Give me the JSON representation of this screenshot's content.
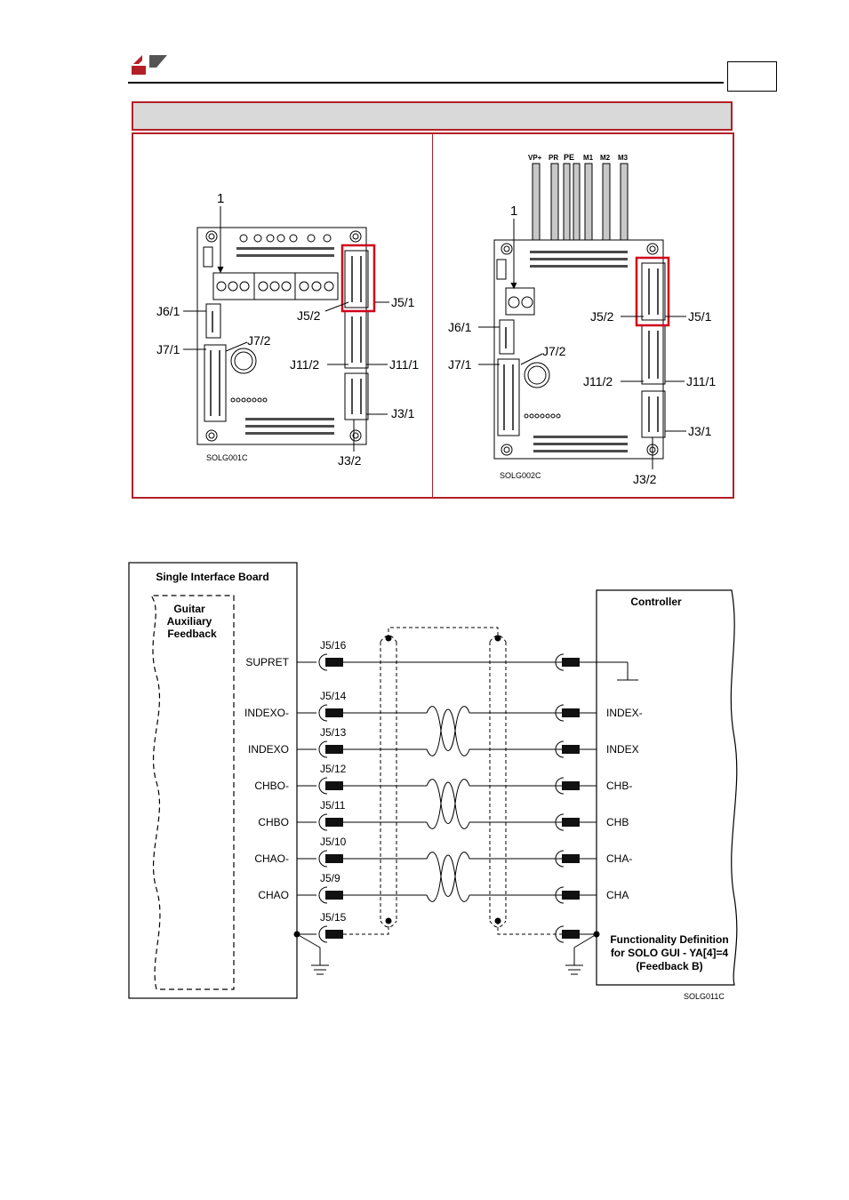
{
  "header": {
    "logo_name": "elmo-logo",
    "accent_color": "#b31f27",
    "section_title": "",
    "page_number": ""
  },
  "boards": {
    "left": {
      "code": "SOLG001C",
      "callout_1": "1",
      "labels": {
        "j6_1": "J6/1",
        "j7_1": "J7/1",
        "j7_2": "J7/2",
        "j5_1": "J5/1",
        "j5_2": "J5/2",
        "j11_1": "J11/1",
        "j11_2": "J11/2",
        "j3_1": "J3/1",
        "j3_2": "J3/2"
      }
    },
    "right": {
      "code": "SOLG002C",
      "callout_1": "1",
      "power_pins": [
        "VP+",
        "PR",
        "PE",
        "M1",
        "M2",
        "M3"
      ],
      "labels": {
        "j6_1": "J6/1",
        "j7_1": "J7/1",
        "j7_2": "J7/2",
        "j5_1": "J5/1",
        "j5_2": "J5/2",
        "j11_1": "J11/1",
        "j11_2": "J11/2",
        "j3_1": "J3/1",
        "j3_2": "J3/2"
      }
    }
  },
  "wiring": {
    "code": "SOLG011C",
    "interface_board_title": "Single Interface Board",
    "feedback_block": [
      "Guitar",
      "Auxiliary",
      "Feedback"
    ],
    "controller_title": "Controller",
    "functionality_note": [
      "Functionality Definition",
      "for SOLO GUI - YA[4]=4",
      "(Feedback B)"
    ],
    "signals": [
      {
        "pin": "J5/16",
        "left": "SUPRET",
        "right": ""
      },
      {
        "pin": "J5/14",
        "left": "INDEXO-",
        "right": "INDEX-"
      },
      {
        "pin": "J5/13",
        "left": "INDEXO",
        "right": "INDEX"
      },
      {
        "pin": "J5/12",
        "left": "CHBO-",
        "right": "CHB-"
      },
      {
        "pin": "J5/11",
        "left": "CHBO",
        "right": "CHB"
      },
      {
        "pin": "J5/10",
        "left": "CHAO-",
        "right": "CHA-"
      },
      {
        "pin": "J5/9",
        "left": "CHAO",
        "right": "CHA"
      },
      {
        "pin": "J5/15",
        "left": "",
        "right": ""
      }
    ]
  }
}
